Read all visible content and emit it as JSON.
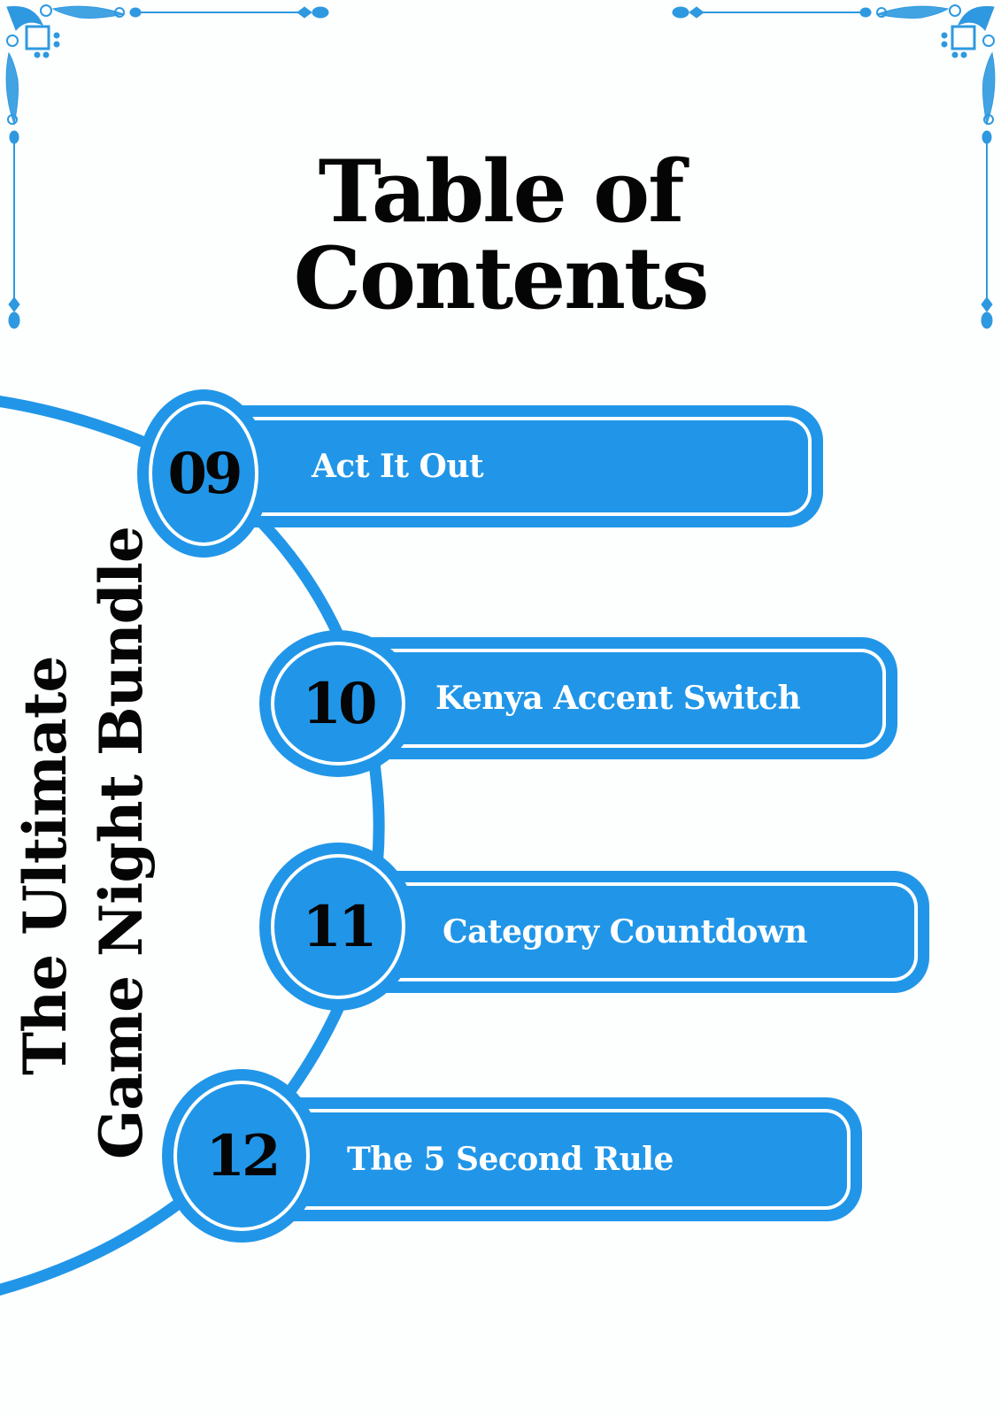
{
  "page": {
    "title_line1": "Table of",
    "title_line2": "Contents",
    "side_title_line1": "The Ultimate",
    "side_title_line2": "Game Night Bundle"
  },
  "colors": {
    "accent": "#2196e8",
    "text": "#050505",
    "background": "#fdfefe"
  },
  "entries": [
    {
      "number": "09",
      "label": "Act It Out"
    },
    {
      "number": "10",
      "label": "Kenya Accent Switch"
    },
    {
      "number": "11",
      "label": "Category Countdown"
    },
    {
      "number": "12",
      "label": "The 5 Second Rule"
    }
  ],
  "decorations": {
    "corner_left": "ornamental-corner-icon",
    "corner_right": "ornamental-corner-icon"
  }
}
